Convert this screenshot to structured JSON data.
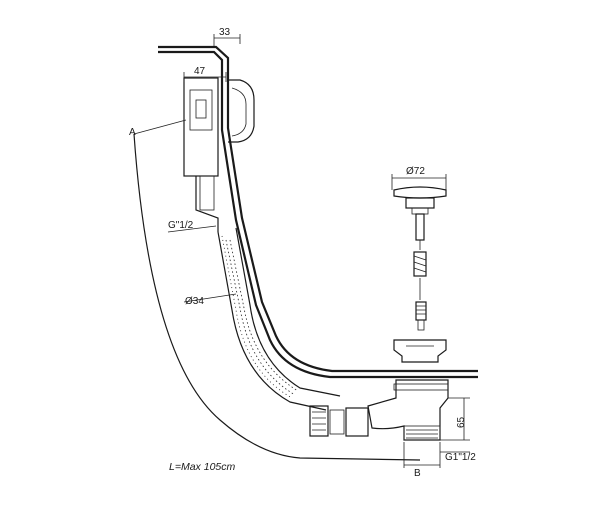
{
  "labels": {
    "dim_33": "33",
    "dim_47": "47",
    "dim_phi72": "Ø72",
    "thread_overflow": "G\"1/2",
    "dim_phi34": "Ø34",
    "dim_65": "65",
    "thread_outlet": "G1\"1/2",
    "length": "L=Max 105cm",
    "marker_a": "A",
    "marker_b": "B"
  },
  "colors": {
    "ink": "#1a1a1a",
    "paper": "#ffffff"
  }
}
